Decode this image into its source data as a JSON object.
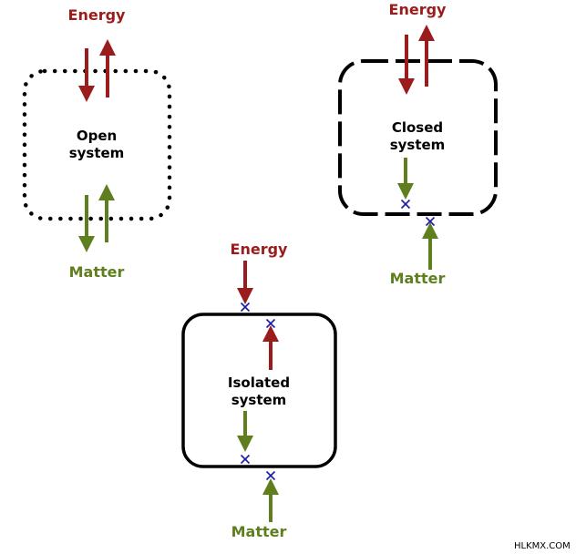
{
  "colors": {
    "energy": "#9b1c1c",
    "matter": "#5f7f1f",
    "blocked": "#1a1aa6",
    "boundary": "#000000"
  },
  "open_system": {
    "boundary_style": "dotted",
    "name_line1": "Open",
    "name_line2": "system",
    "energy_label": "Energy",
    "matter_label": "Matter"
  },
  "closed_system": {
    "boundary_style": "dashed",
    "name_line1": "Closed",
    "name_line2": "system",
    "energy_label": "Energy",
    "matter_label": "Matter"
  },
  "isolated_system": {
    "boundary_style": "solid",
    "name_line1": "Isolated",
    "name_line2": "system",
    "energy_label": "Energy",
    "matter_label": "Matter"
  },
  "watermark": "HLKMX.COM"
}
